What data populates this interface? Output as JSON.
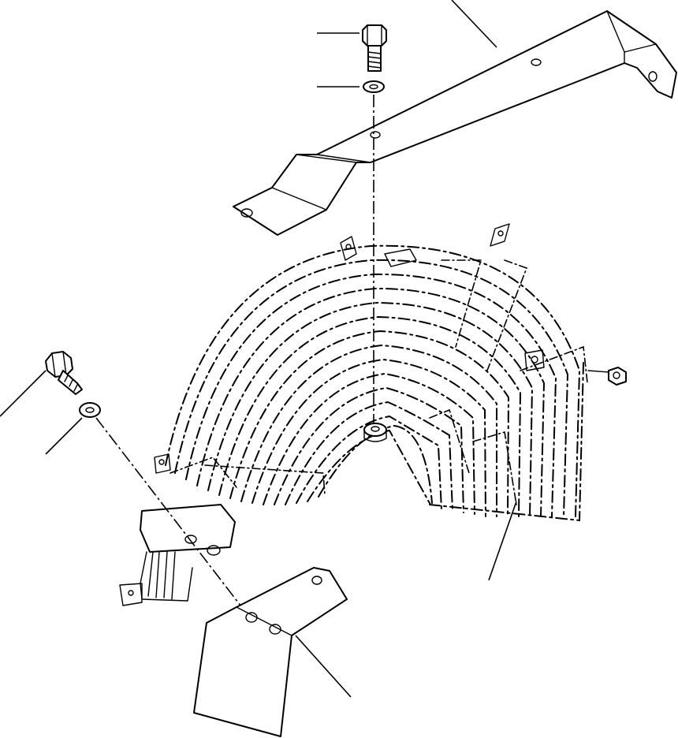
{
  "diagram": {
    "type": "exploded-parts-view",
    "background_color": "#ffffff",
    "line_color": "#000000",
    "callout_labels": [],
    "parts": [
      {
        "name": "upper-mounting-bracket-arm"
      },
      {
        "name": "hex-bolt-top"
      },
      {
        "name": "washer-top"
      },
      {
        "name": "fender-cover"
      },
      {
        "name": "hex-bolt-left"
      },
      {
        "name": "washer-left"
      },
      {
        "name": "lower-mounting-bracket"
      }
    ]
  }
}
